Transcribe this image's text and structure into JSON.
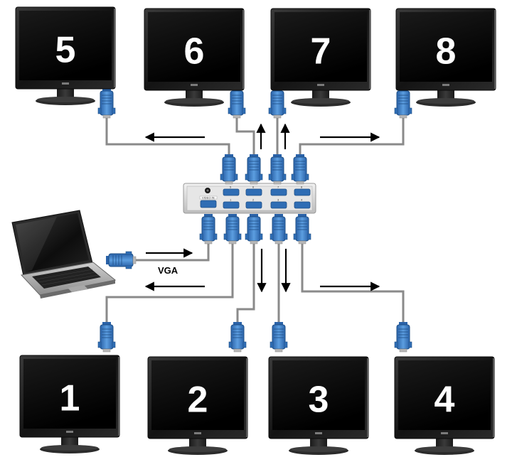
{
  "diagram": {
    "monitors_top": [
      {
        "number": "5"
      },
      {
        "number": "6"
      },
      {
        "number": "7"
      },
      {
        "number": "8"
      }
    ],
    "monitors_bottom": [
      {
        "number": "1"
      },
      {
        "number": "2"
      },
      {
        "number": "3"
      },
      {
        "number": "4"
      }
    ],
    "input_label": "VGA",
    "splitter": {
      "input_port_label": "VIDEO IN",
      "port_labels": [
        "5",
        "6",
        "7",
        "8",
        "1",
        "2",
        "3",
        "4"
      ]
    },
    "colors": {
      "connector_blue": "#3d7fc4",
      "connector_dark": "#1f4f86",
      "cable_gray": "#8a8a8a",
      "screen_black": "#0a0a0a",
      "bezel": "#1c1c1c",
      "splitter_body": "#d9d9d9",
      "arrow": "#000000"
    }
  }
}
